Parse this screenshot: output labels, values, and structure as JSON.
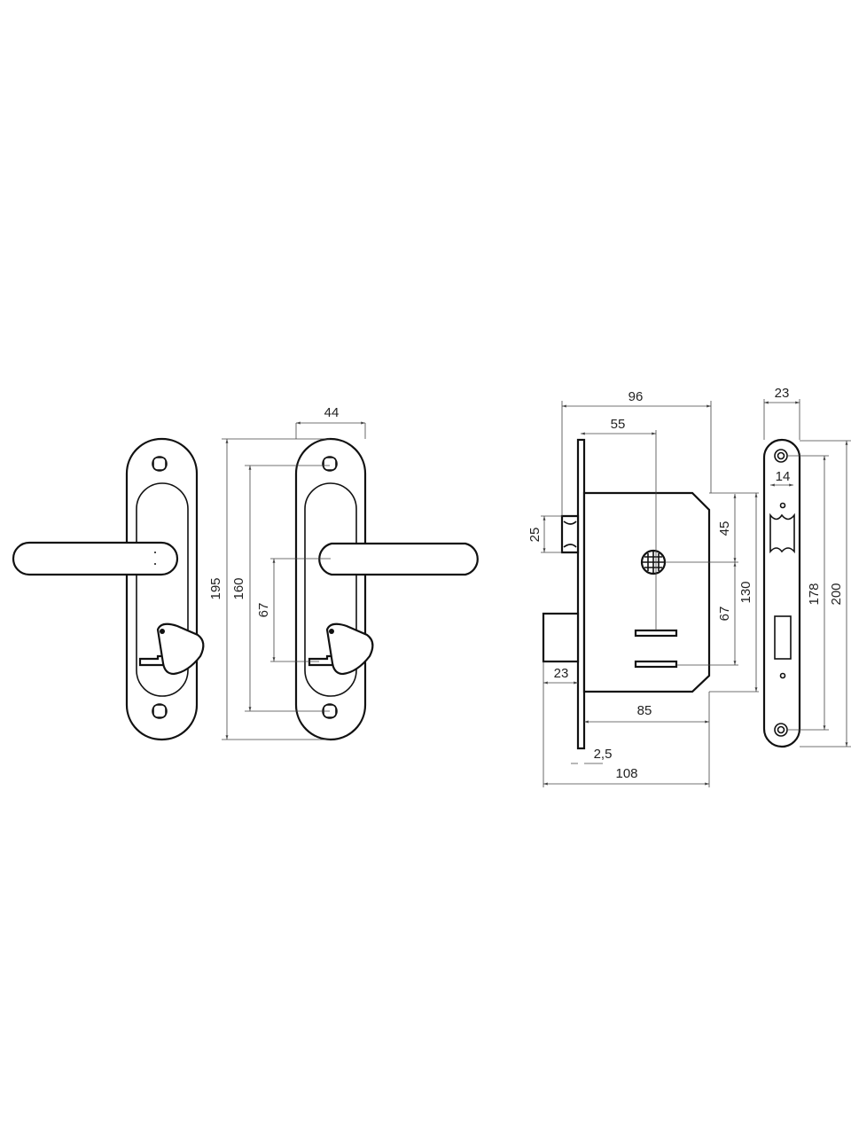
{
  "drawing": {
    "handle_set": {
      "width": "44",
      "height": "195",
      "screw_spacing": "160",
      "lever_to_turn": "67"
    },
    "lock_body": {
      "case_depth": "96",
      "backset": "55",
      "latch_height": "25",
      "latch_to_spindle": "45",
      "spindle_to_key": "67",
      "case_height": "130",
      "bolt_throw": "23",
      "body_depth": "85",
      "faceplate_thickness": "2,5",
      "total_depth": "108"
    },
    "strike_plate": {
      "width": "23",
      "opening_width": "14",
      "screw_spacing": "178",
      "height": "200"
    }
  }
}
